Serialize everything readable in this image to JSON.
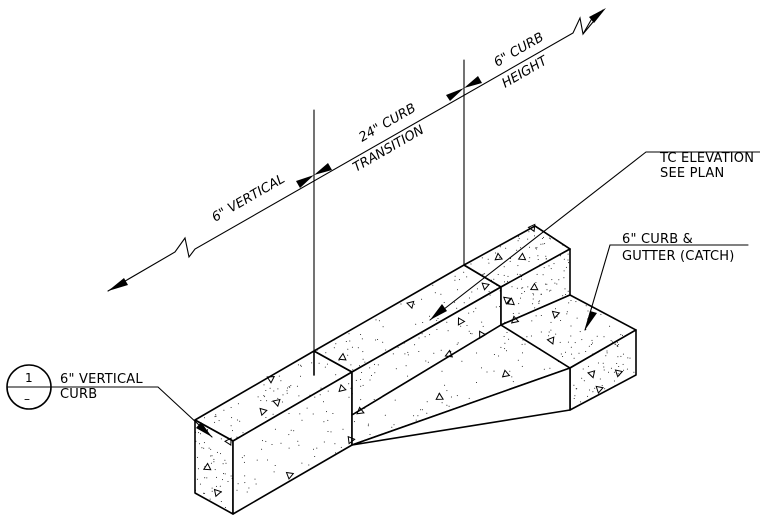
{
  "dimensions": {
    "vertical": "6\" VERTICAL",
    "transition_line1": "24\" CURB",
    "transition_line2": "TRANSITION",
    "height_line1": "6\" CURB",
    "height_line2": "HEIGHT"
  },
  "callouts": {
    "tc_line1": "TC ELEVATION",
    "tc_line2": "SEE PLAN",
    "gutter_line1": "6\" CURB &",
    "gutter_line2": "GUTTER (CATCH)",
    "vertical_line1": "6\" VERTICAL",
    "vertical_line2": "CURB"
  },
  "detail_bubble": {
    "number": "1",
    "sheet": "–"
  }
}
